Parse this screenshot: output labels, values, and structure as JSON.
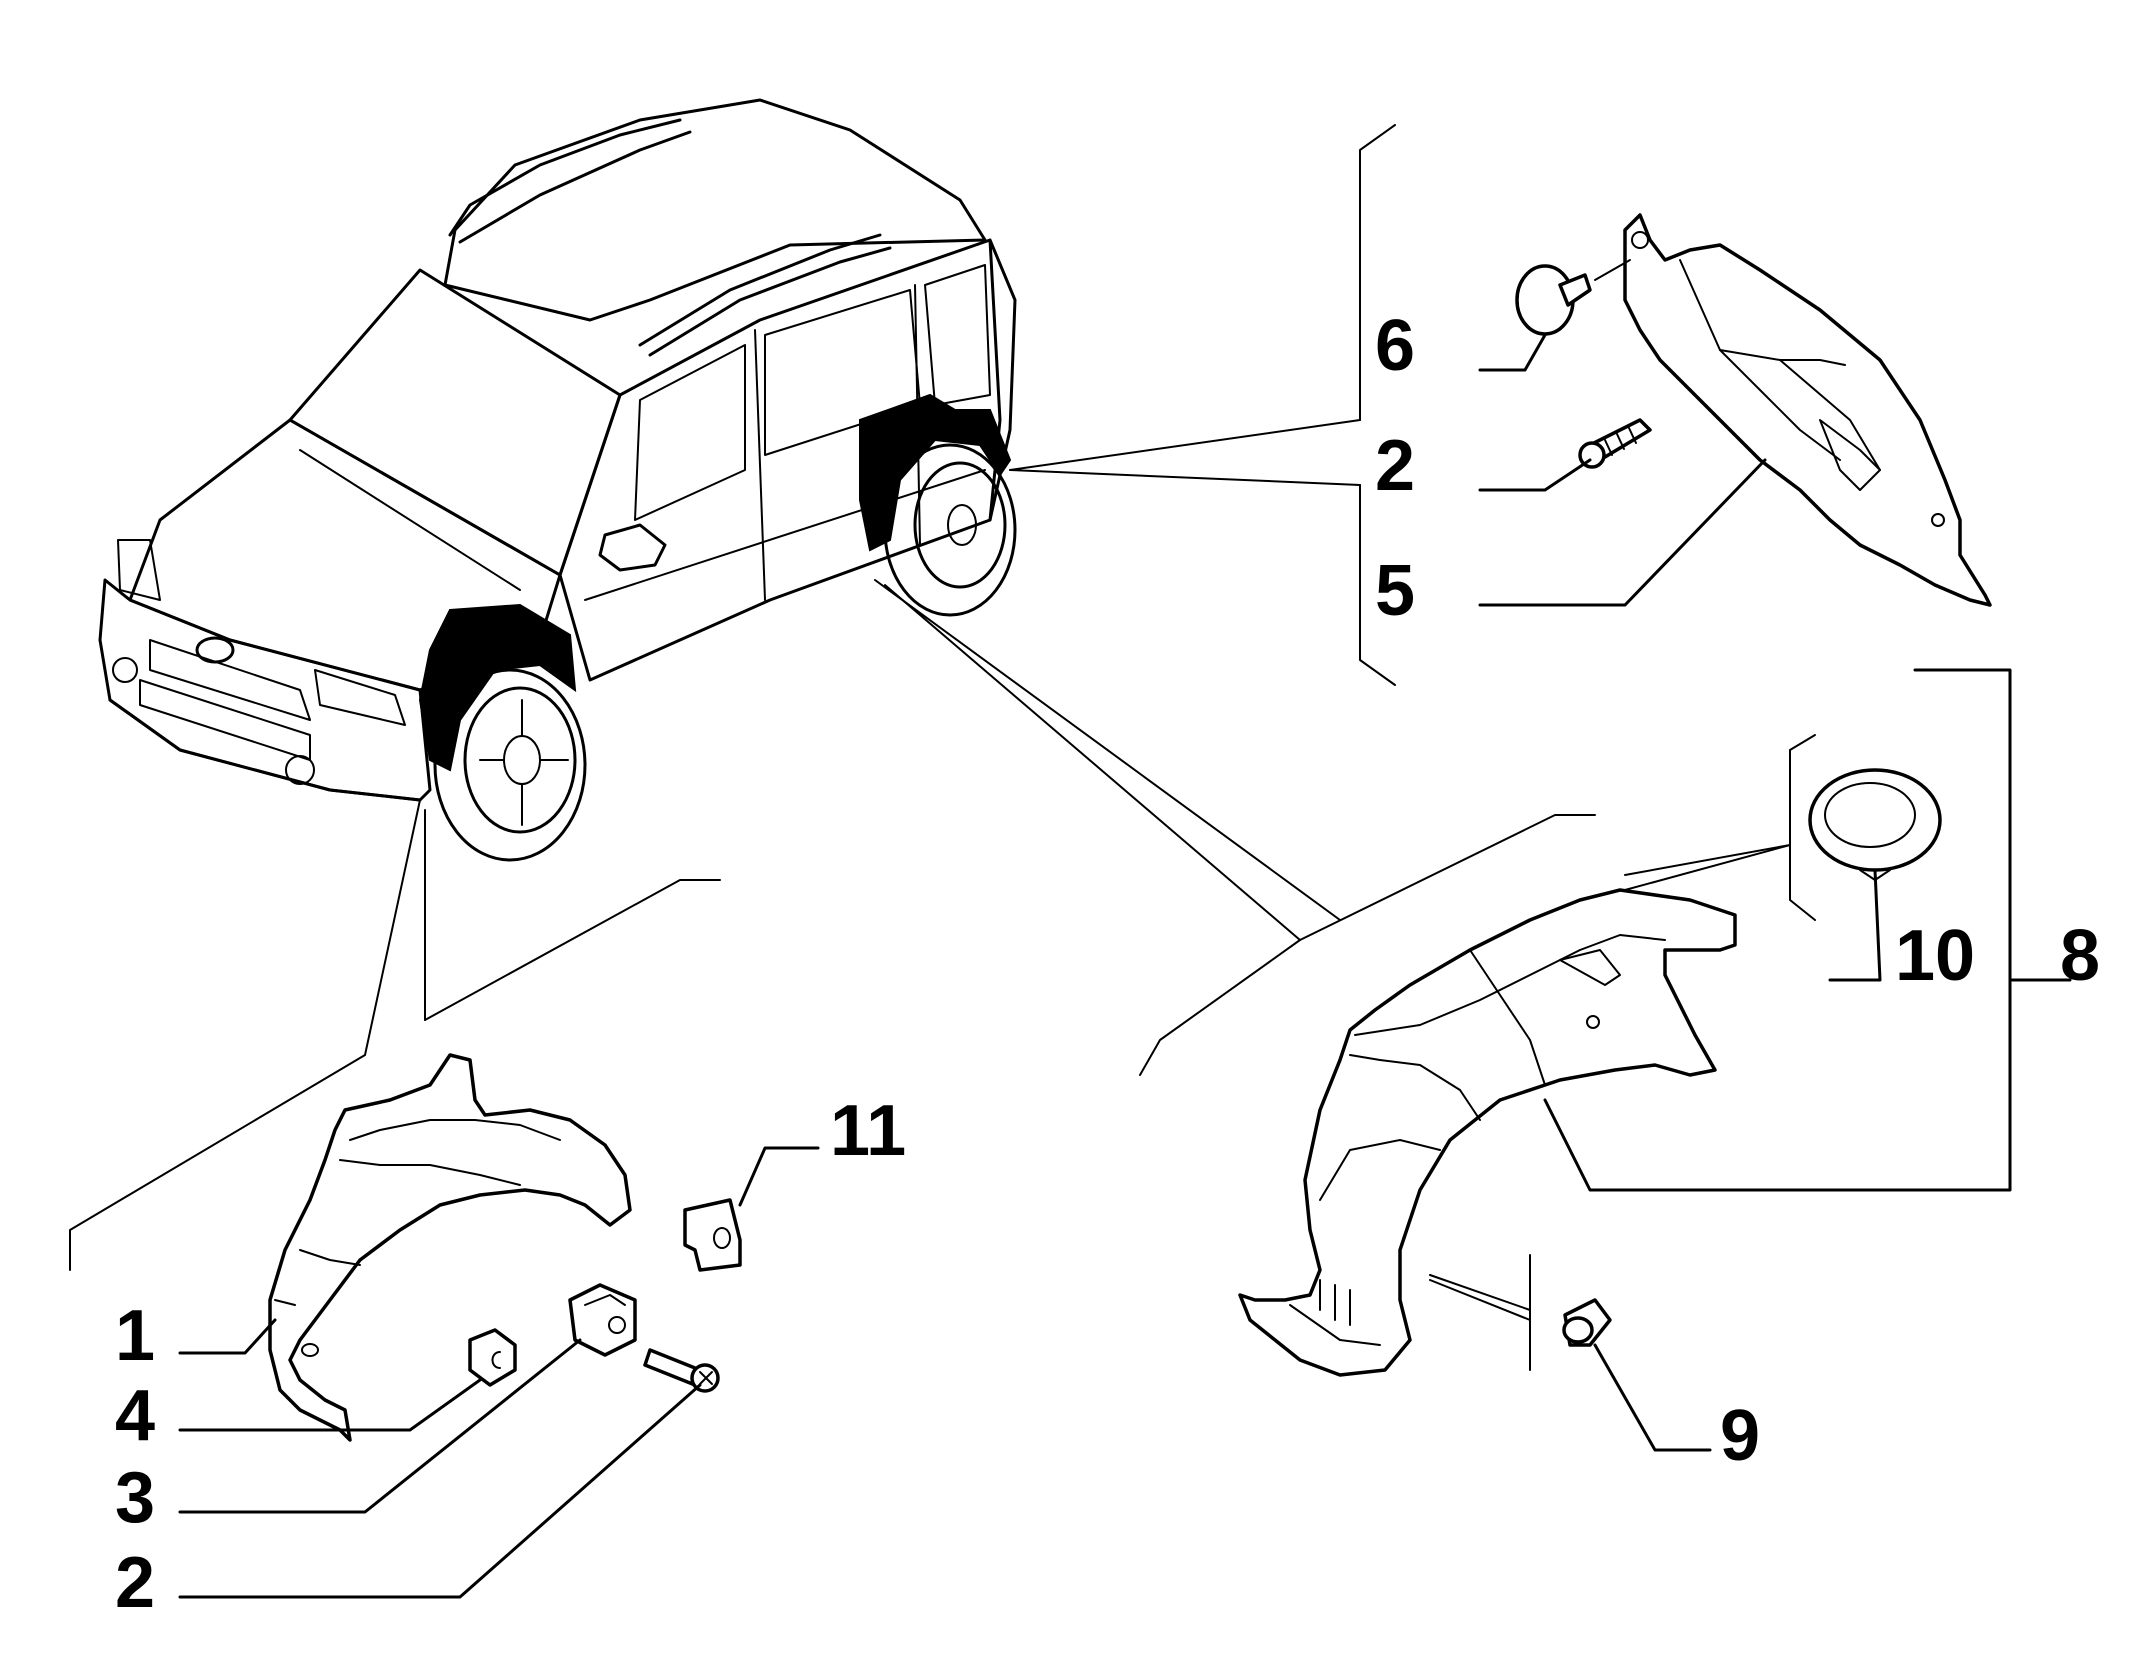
{
  "callouts": {
    "c1": "1",
    "c2_front": "2",
    "c2_rear": "2",
    "c3": "3",
    "c4": "4",
    "c5": "5",
    "c6": "6",
    "c8": "8",
    "c9": "9",
    "c10": "10",
    "c11": "11"
  },
  "icons": {
    "vehicle": "car-outline-icon",
    "front_liner": "front-wheel-arch-liner-icon",
    "rear_liner": "rear-wheel-arch-liner-icon",
    "screw": "screw-icon",
    "nut": "hex-nut-icon",
    "clip": "spring-clip-icon",
    "push_rivet": "push-rivet-icon",
    "bushing": "bushing-icon",
    "plug": "round-plug-icon",
    "u_nut": "u-nut-icon"
  },
  "colors": {
    "line": "#000000",
    "background": "#ffffff"
  }
}
